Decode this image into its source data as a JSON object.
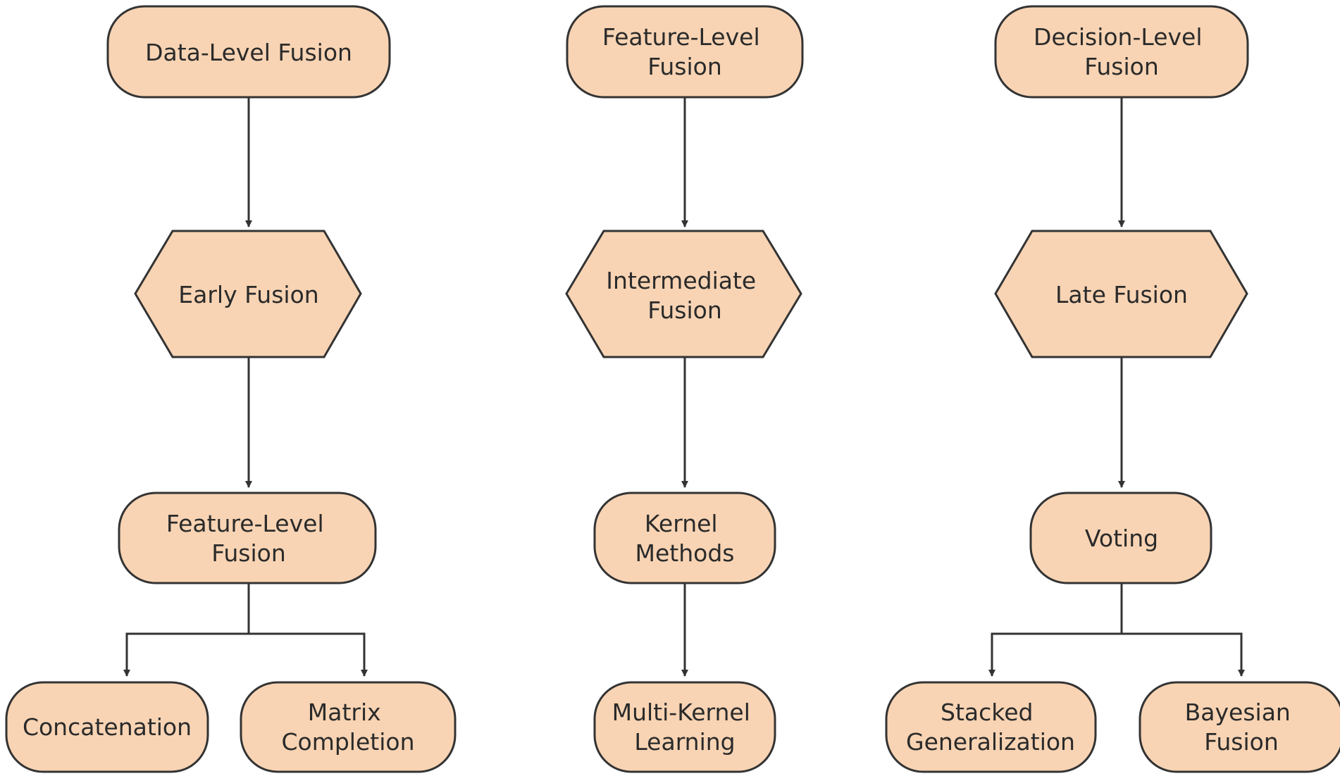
{
  "colors": {
    "fill": "#f8d4b4",
    "stroke": "#333333",
    "text": "#2a2a2a",
    "background": "#ffffff"
  },
  "nodes": {
    "data_level_fusion": {
      "lines": [
        "Data-Level Fusion"
      ]
    },
    "feature_level_fusion_top": {
      "lines": [
        "Feature-Level",
        "Fusion"
      ]
    },
    "decision_level_fusion": {
      "lines": [
        "Decision-Level",
        "Fusion"
      ]
    },
    "early_fusion": {
      "lines": [
        "Early Fusion"
      ]
    },
    "intermediate_fusion": {
      "lines": [
        "Intermediate",
        "Fusion"
      ]
    },
    "late_fusion": {
      "lines": [
        "Late Fusion"
      ]
    },
    "feature_level_fusion_mid": {
      "lines": [
        "Feature-Level",
        "Fusion"
      ]
    },
    "kernel_methods": {
      "lines": [
        "Kernel",
        "Methods"
      ]
    },
    "voting": {
      "lines": [
        "Voting"
      ]
    },
    "concatenation": {
      "lines": [
        "Concatenation"
      ]
    },
    "matrix_completion": {
      "lines": [
        "Matrix",
        "Completion"
      ]
    },
    "multi_kernel_learning": {
      "lines": [
        "Multi-Kernel",
        "Learning"
      ]
    },
    "stacked_generalization": {
      "lines": [
        "Stacked",
        "Generalization"
      ]
    },
    "bayesian_fusion": {
      "lines": [
        "Bayesian",
        "Fusion"
      ]
    }
  }
}
